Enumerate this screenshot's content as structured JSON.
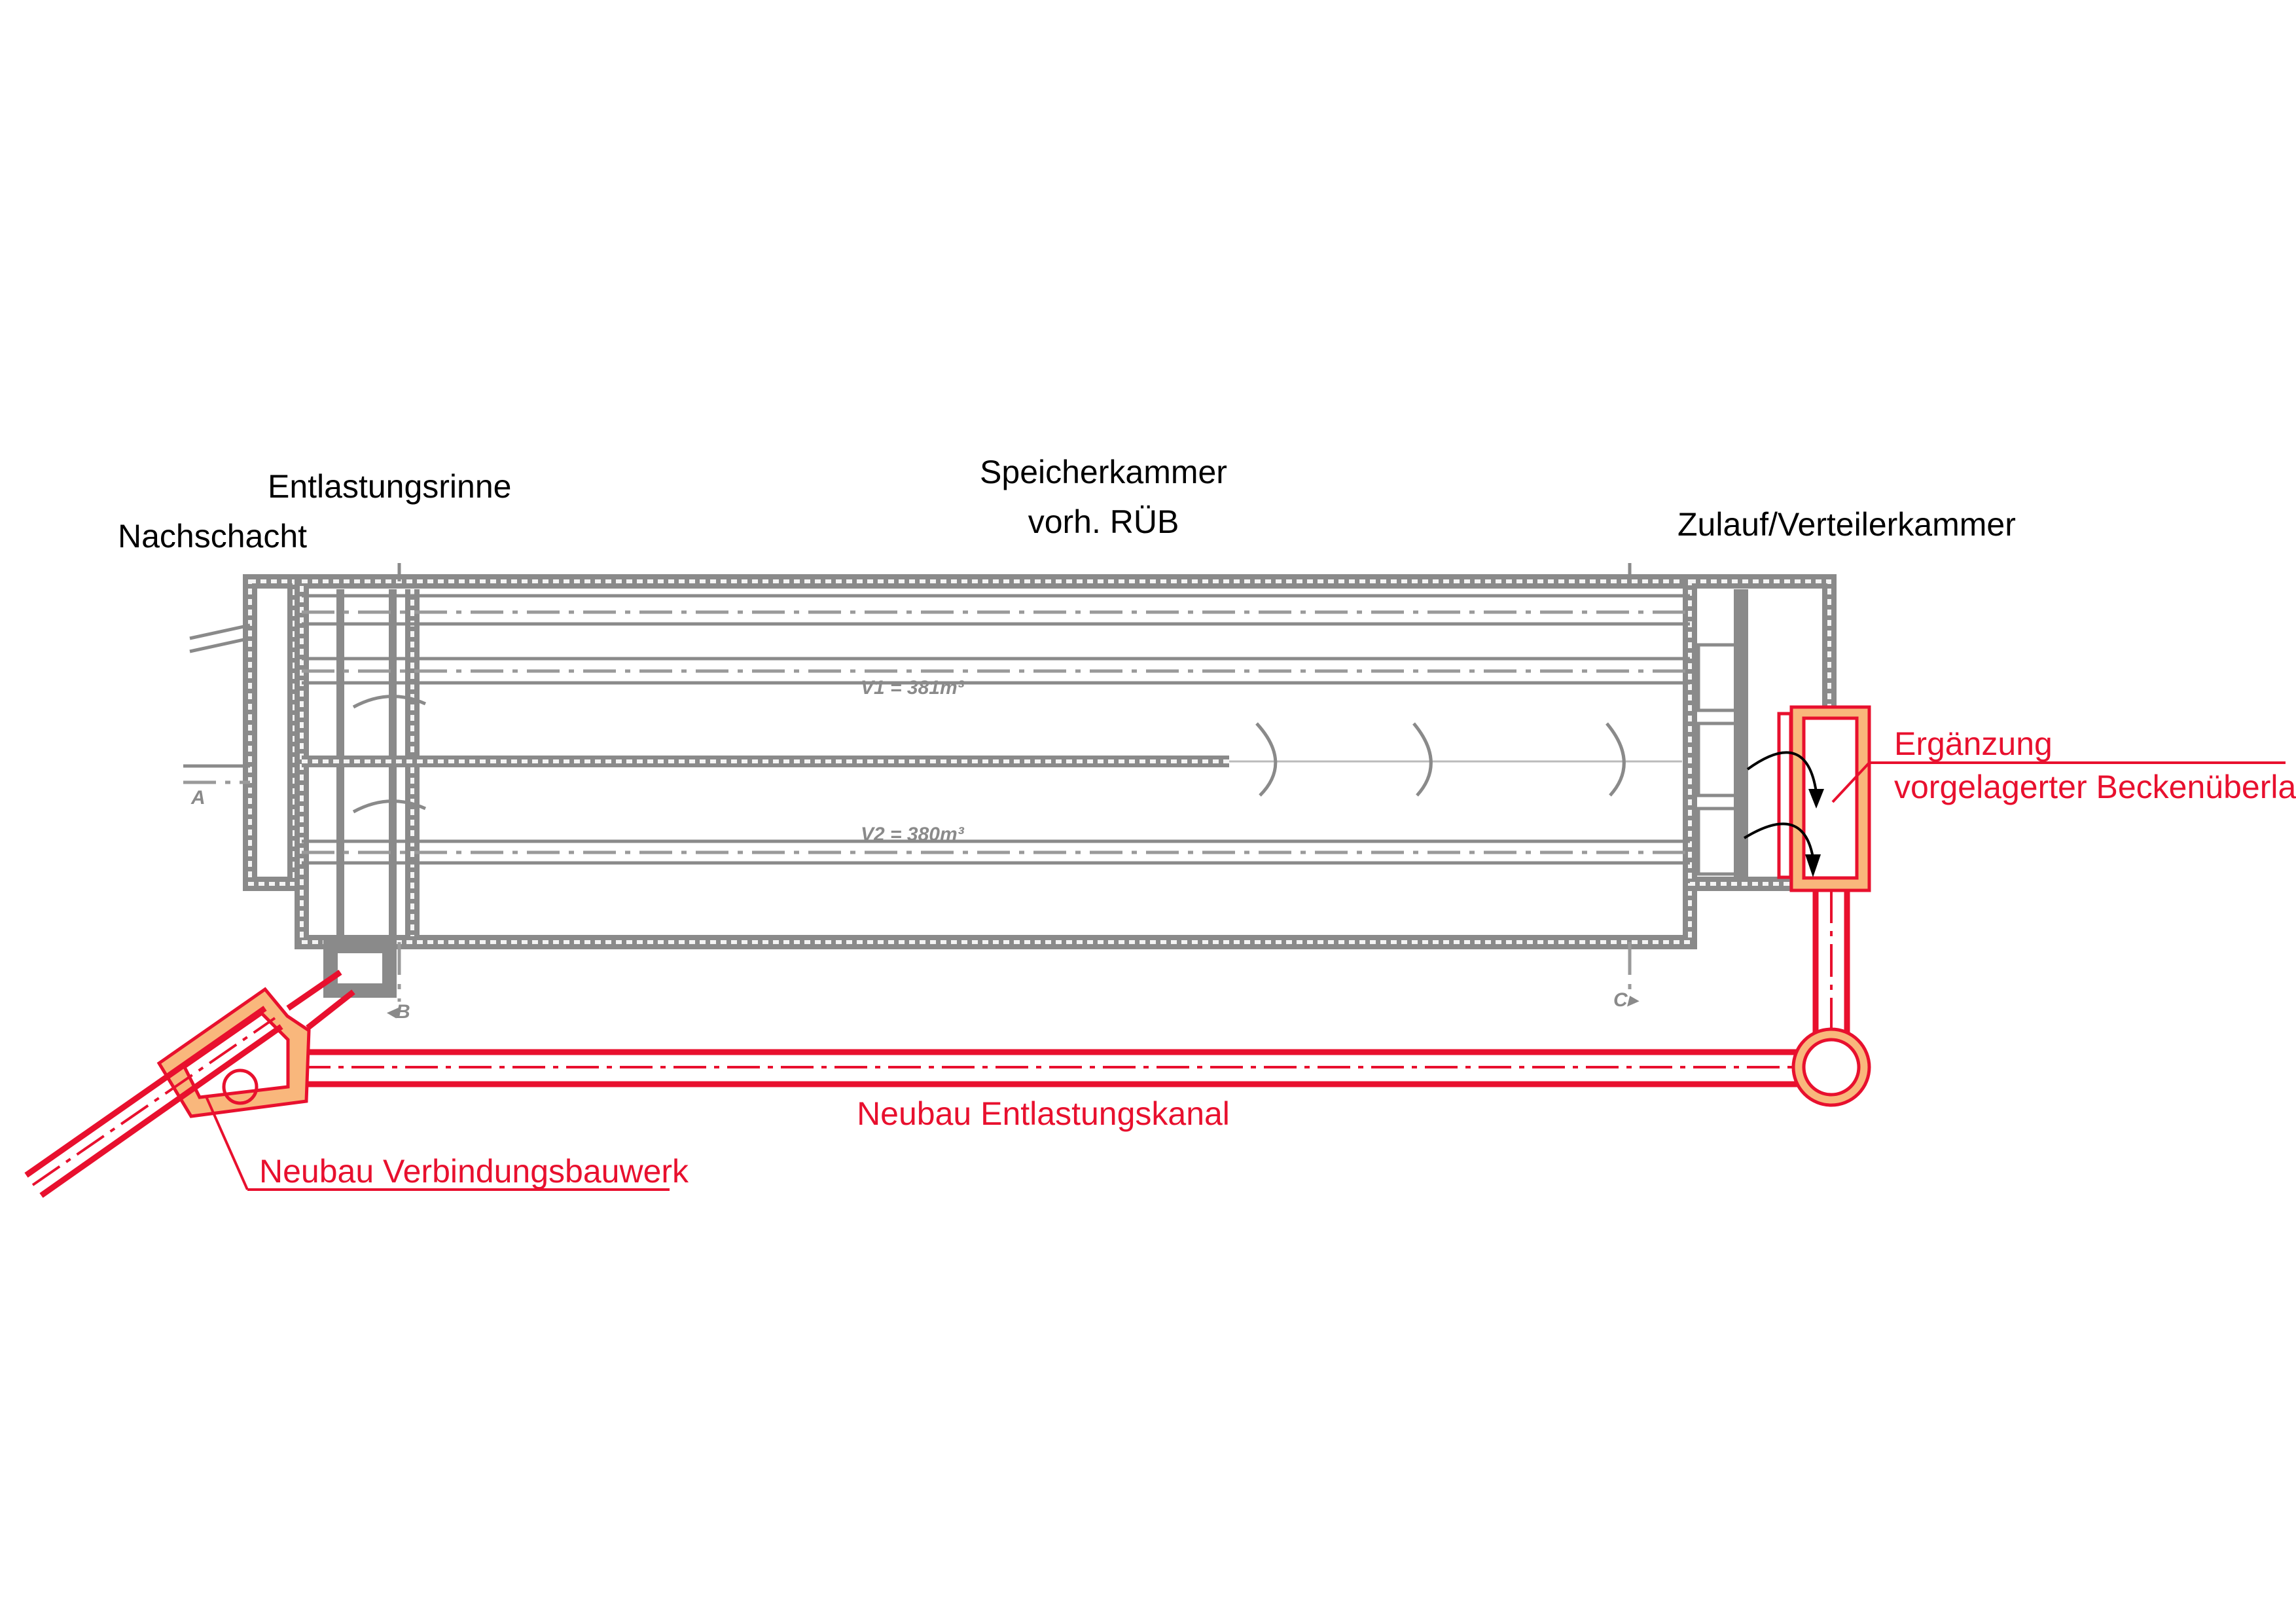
{
  "labels": {
    "nachschacht": "Nachschacht",
    "entlastungsrinne": "Entlastungsrinne",
    "speicherkammer": "Speicherkammer",
    "vorh_rueb": "vorh. RÜB",
    "zulauf": "Zulauf/Verteilerkammer",
    "ergaenzung": "Ergänzung",
    "beckenueberlauf": "vorgelagerter Beckenüberlauf",
    "entlastungskanal": "Neubau Entlastungskanal",
    "verbindungsbauwerk": "Neubau Verbindungsbauwerk"
  },
  "volumes": {
    "v1": "V1 = 381m³",
    "v2": "V2 = 380m³"
  },
  "sections": {
    "a": "A",
    "b": "◂B",
    "c": "C▸"
  },
  "colors": {
    "existing": "#8a8a8a",
    "new_construction": "#e8102e",
    "new_fill": "#f9b77c"
  }
}
